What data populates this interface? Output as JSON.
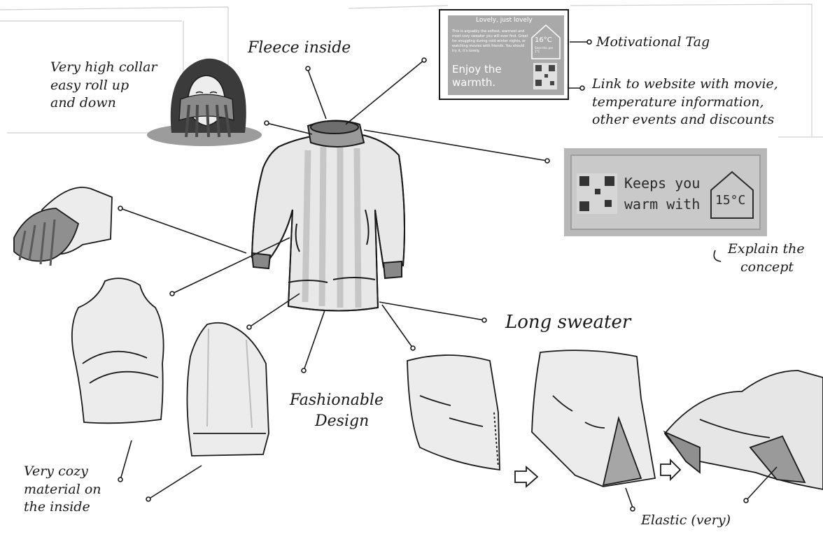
{
  "annotations": {
    "fleece": "Fleece inside",
    "collar": [
      "Very high collar",
      "easy roll up",
      "and down"
    ],
    "motivational_tag": "Motivational Tag",
    "link": [
      "Link to website with movie,",
      "temperature information,",
      "other events and discounts"
    ],
    "explain": [
      "Explain the",
      "concept"
    ],
    "long_sweater": "Long sweater",
    "fashionable": [
      "Fashionable",
      "Design"
    ],
    "cozy": [
      "Very cozy",
      "material on",
      "the inside"
    ],
    "elastic": "Elastic (very)"
  },
  "tag_card": {
    "title": "Lovely, just lovely",
    "body": "This is arguably the softest, warmest and most cozy sweater you will ever find. Great for snuggling during cold winter nights, or watching movies with friends. You should try it, it's lovely.",
    "big_text": [
      "Enjoy the",
      "warmth."
    ],
    "temp": "16°C",
    "temp_sub": "Save this per 1°C"
  },
  "fabric_label": {
    "line1": "Keeps you",
    "line2": "warm with",
    "temp": "15°C"
  },
  "colors": {
    "ink": "#1a1a1a",
    "sweater": "#e6e6e6",
    "shade": "#b5b5b5",
    "tag_bg": "#a9a9a9",
    "fabric": "#c4c4c4"
  }
}
